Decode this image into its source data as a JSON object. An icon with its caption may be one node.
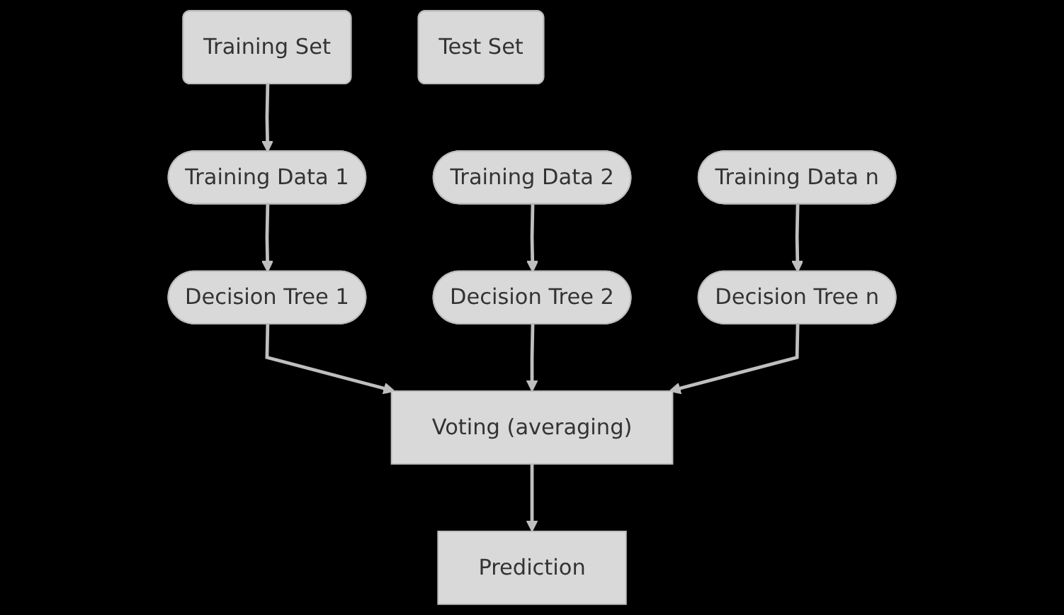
{
  "diagram": {
    "nodes": [
      {
        "text": [
          "Training Set"
        ]
      },
      {
        "text": [
          "Test Set"
        ]
      },
      {
        "text": [
          "Training Data 1"
        ]
      },
      {
        "text": [
          "Training Data 2"
        ]
      },
      {
        "text": [
          "Training Data n"
        ]
      },
      {
        "text": [
          "Decision Tree 1"
        ]
      },
      {
        "text": [
          "Decision Tree 2"
        ]
      },
      {
        "text": [
          "Decision Tree n"
        ]
      },
      {
        "text": [
          "Voting (averaging)"
        ]
      },
      {
        "text": [
          "Prediction"
        ]
      }
    ],
    "edges": [
      {
        "from": 0,
        "to": 2,
        "arrow": "to"
      },
      {
        "from": 2,
        "to": 5,
        "arrow": "to"
      },
      {
        "from": 3,
        "to": 6,
        "arrow": "to"
      },
      {
        "from": 4,
        "to": 7,
        "arrow": "to"
      },
      {
        "from": 5,
        "to": 8,
        "arrow": "to"
      },
      {
        "from": 6,
        "to": 8,
        "arrow": "to"
      },
      {
        "from": 7,
        "to": 8,
        "arrow": "to"
      },
      {
        "from": 8,
        "to": 9,
        "arrow": "to"
      }
    ]
  }
}
